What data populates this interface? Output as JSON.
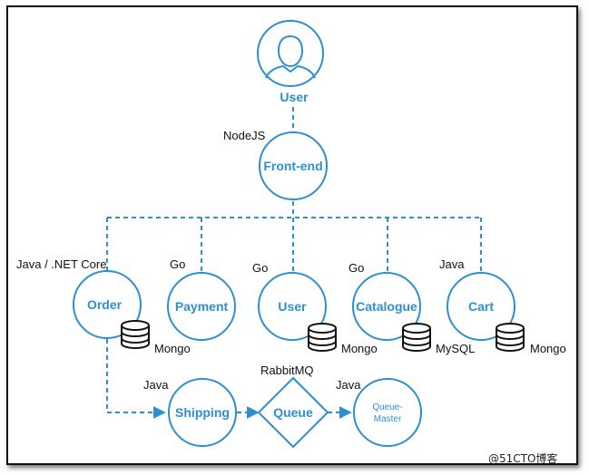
{
  "user_node": {
    "label": "User"
  },
  "frontend": {
    "label": "Front-end",
    "tech": "NodeJS"
  },
  "services": [
    {
      "label": "Order",
      "tech": "Java / .NET Core",
      "db": "Mongo"
    },
    {
      "label": "Payment",
      "tech": "Go"
    },
    {
      "label": "User",
      "tech": "Go",
      "db": "Mongo"
    },
    {
      "label": "Catalogue",
      "tech": "Go",
      "db": "MySQL"
    },
    {
      "label": "Cart",
      "tech": "Java",
      "db": "Mongo"
    }
  ],
  "shipping": {
    "label": "Shipping",
    "tech": "Java"
  },
  "queue": {
    "label": "Queue",
    "tech": "RabbitMQ"
  },
  "queue_master": {
    "label_line1": "Queue-",
    "label_line2": "Master",
    "tech": "Java"
  },
  "watermark": "@51CTO博客",
  "colors": {
    "accent": "#2e8fd0",
    "text": "#111111",
    "frame": "#111111"
  }
}
